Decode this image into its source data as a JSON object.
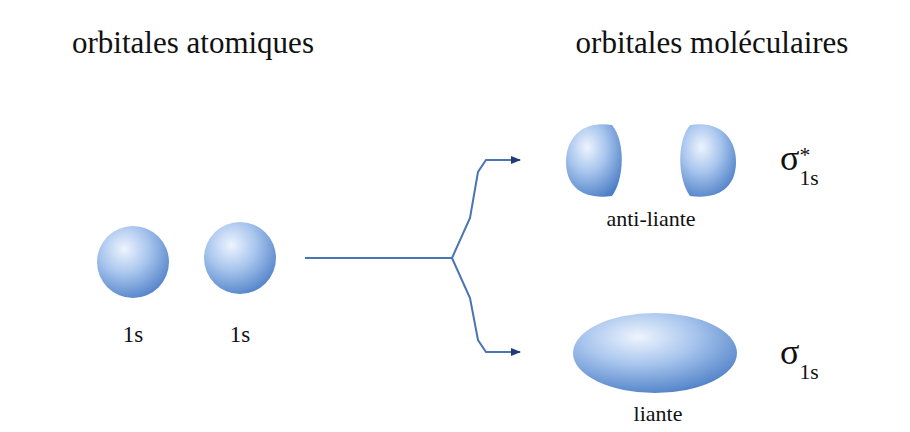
{
  "diagram": {
    "labels": [
      "orbitales atomiques",
      "orbitales moléculaires",
      "1s",
      "1s",
      "anti-liante",
      "liante",
      "σ*1s",
      "σ1s"
    ]
  }
}
